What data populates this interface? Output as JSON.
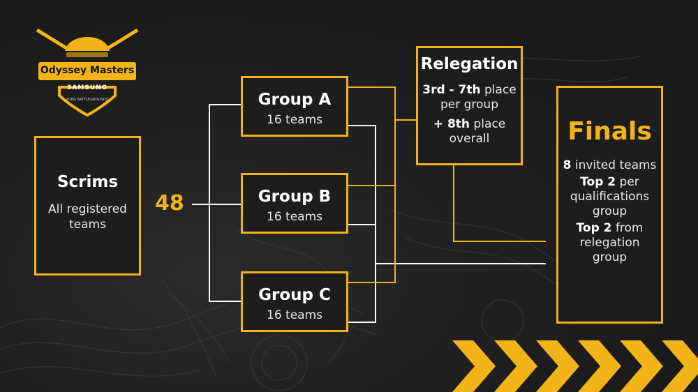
{
  "brand": {
    "event_name": "Odyssey Masters",
    "sponsor": "SAMSUNG",
    "game": "PUBG BATTLEGROUNDS"
  },
  "scrims": {
    "title": "Scrims",
    "line1": "All registered",
    "line2": "teams"
  },
  "team_count": "48",
  "groups": [
    {
      "title": "Group A",
      "teams": "16 teams"
    },
    {
      "title": "Group B",
      "teams": "16 teams"
    },
    {
      "title": "Group C",
      "teams": "16 teams"
    }
  ],
  "relegation": {
    "title": "Relegation",
    "l1_bold": "3rd - 7th",
    "l1_rest": " place",
    "l2": "per group",
    "l3_bold": "+ 8th",
    "l3_rest": " place",
    "l4": "overall"
  },
  "finals": {
    "title": "Finals",
    "a_bold": "8",
    "a_rest": "  invited teams",
    "b_bold": "Top 2",
    "b_rest": " per",
    "c": "qualifications",
    "d": "group",
    "e_bold": "Top 2",
    "e_rest": " from",
    "f": "relegation",
    "g": "group"
  },
  "colors": {
    "accent": "#f2b418",
    "background": "#1f1f1f",
    "line": "#ffffff"
  }
}
